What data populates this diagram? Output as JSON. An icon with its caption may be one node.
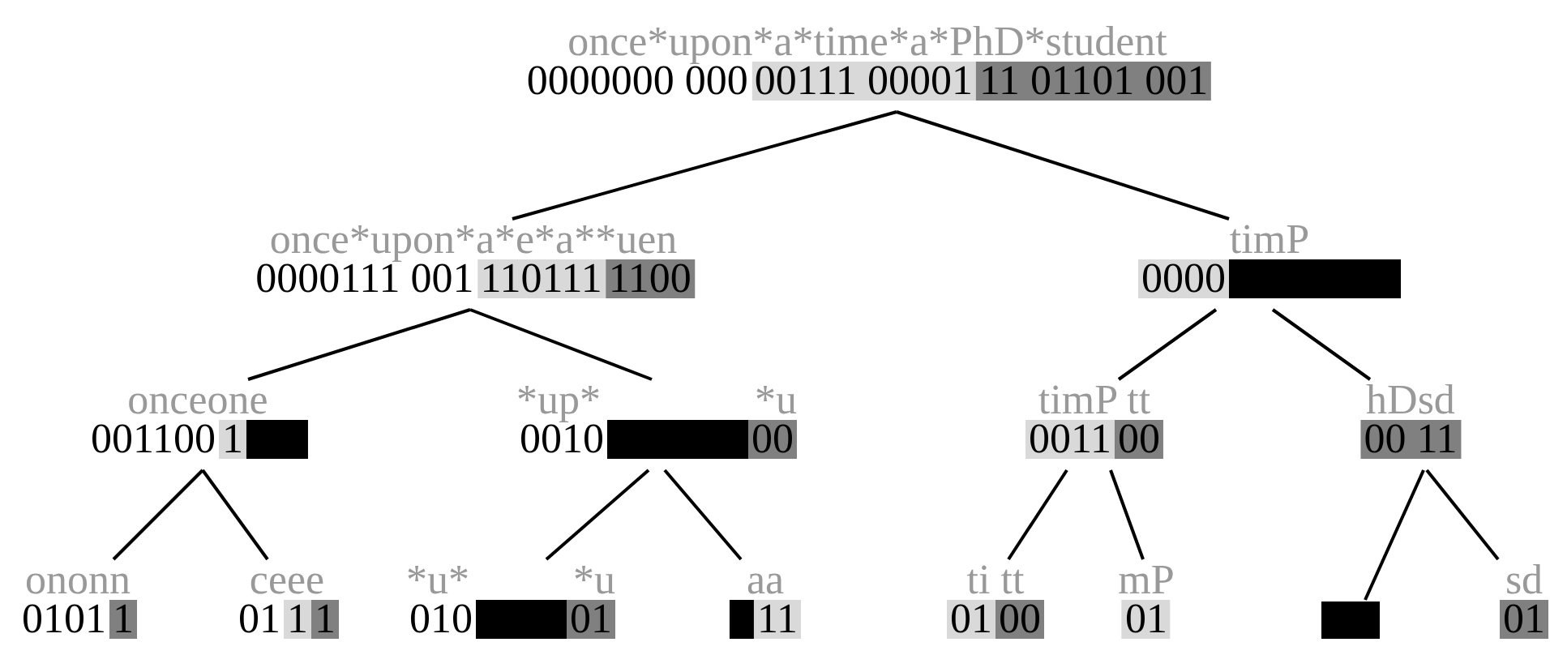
{
  "diagram": {
    "nodes": [
      {
        "text": [
          "once*upon*a*time*a*PhD*student",
          "0000000 000",
          "00111 00001",
          "11 01101 001"
        ]
      },
      {
        "text": [
          "once*upon*a*e*a**uen",
          "0000111 001",
          "110111",
          "1100"
        ]
      },
      {
        "text": [
          "timP",
          "0000"
        ]
      },
      {
        "text": [
          "onceone",
          "001100",
          "1"
        ]
      },
      {
        "text": [
          "*up*",
          "*u",
          "0010",
          "00"
        ]
      },
      {
        "text": [
          "timP tt",
          "0011",
          "00"
        ]
      },
      {
        "text": [
          "hDsd",
          "00 11"
        ]
      },
      {
        "text": [
          "ononn",
          "0101",
          "1"
        ]
      },
      {
        "text": [
          "ceee",
          "01",
          "1",
          "1"
        ]
      },
      {
        "text": [
          "*u*",
          "*u",
          "010",
          "01"
        ]
      },
      {
        "text": [
          "aa",
          "11"
        ]
      },
      {
        "text": [
          "ti tt",
          "01",
          "00"
        ]
      },
      {
        "text": [
          "mP",
          "01"
        ]
      },
      {
        "text": [],
        "shape": "bar"
      },
      {
        "text": [
          "sd",
          "01"
        ]
      }
    ],
    "edges": [
      {
        "from": 0,
        "to": 1,
        "arrow": "none"
      },
      {
        "from": 0,
        "to": 2,
        "arrow": "none"
      },
      {
        "from": 1,
        "to": 3,
        "arrow": "none"
      },
      {
        "from": 1,
        "to": 4,
        "arrow": "none"
      },
      {
        "from": 2,
        "to": 5,
        "arrow": "none"
      },
      {
        "from": 2,
        "to": 6,
        "arrow": "none"
      },
      {
        "from": 3,
        "to": 7,
        "arrow": "none"
      },
      {
        "from": 3,
        "to": 8,
        "arrow": "none"
      },
      {
        "from": 4,
        "to": 9,
        "arrow": "none"
      },
      {
        "from": 4,
        "to": 10,
        "arrow": "none"
      },
      {
        "from": 5,
        "to": 11,
        "arrow": "none"
      },
      {
        "from": 5,
        "to": 12,
        "arrow": "none"
      },
      {
        "from": 6,
        "to": 13,
        "arrow": "none"
      },
      {
        "from": 6,
        "to": 14,
        "arrow": "none"
      }
    ]
  }
}
